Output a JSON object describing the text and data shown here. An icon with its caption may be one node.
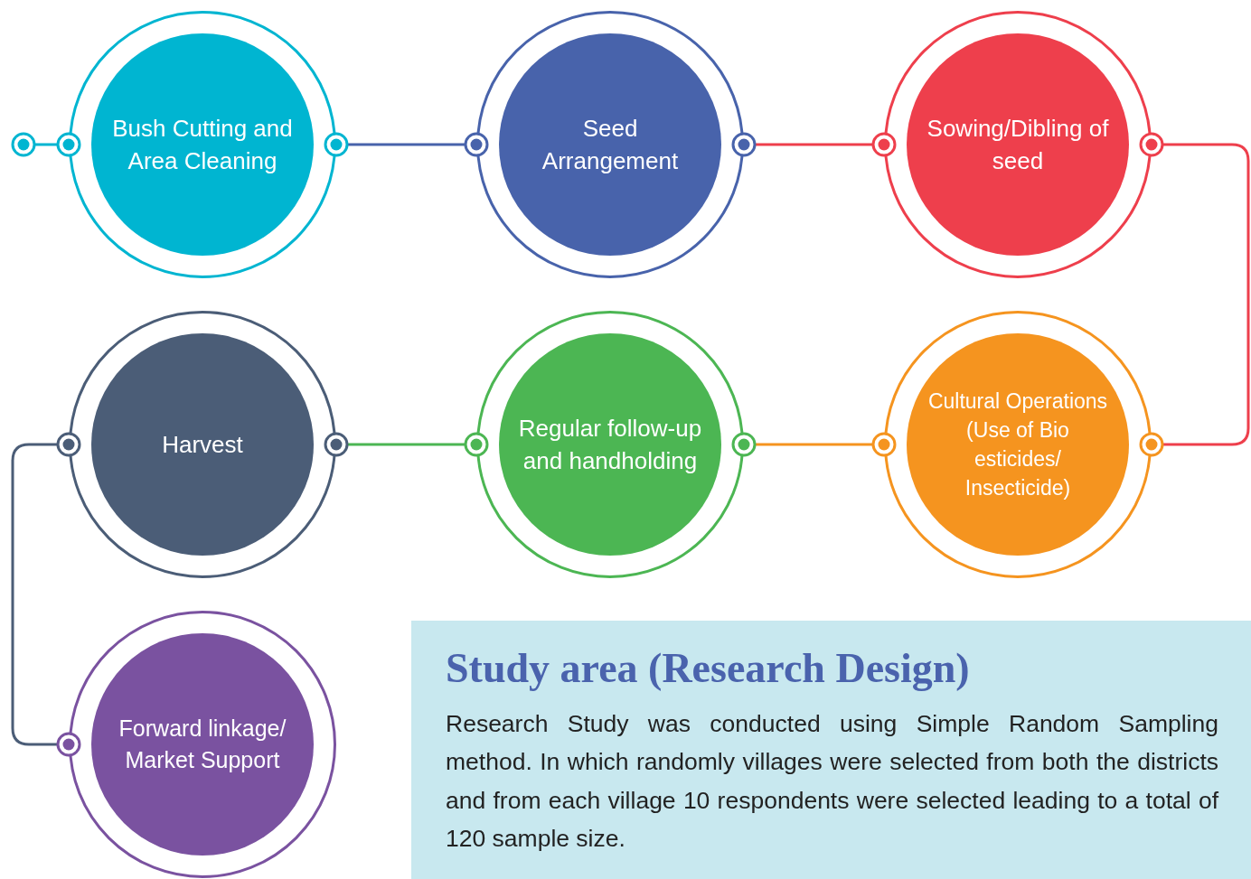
{
  "diagram": {
    "nodes": [
      {
        "text": [
          "Bush Cutting and Area Cleaning"
        ]
      },
      {
        "text": [
          "Seed Arrangement"
        ]
      },
      {
        "text": [
          "Sowing/Dibling of seed"
        ]
      },
      {
        "text": [
          "Cultural Operations (Use of Bio esticides/ Insecticide)"
        ]
      },
      {
        "text": [
          "Regular follow-up and handholding"
        ]
      },
      {
        "text": [
          "Harvest"
        ]
      },
      {
        "text": [
          "Forward linkage/ Market Support"
        ]
      },
      {
        "text": [
          "Study area (Research Design)",
          "Research Study was conducted using Simple Random Sampling method. In which randomly villages were selected from both the districts and from each village 10 respondents were selected leading to a total of 120 sample size."
        ]
      }
    ],
    "edges": [
      {
        "from": null,
        "to": 0,
        "arrow": "other",
        "color": "#00b5d1"
      },
      {
        "from": 0,
        "to": 1,
        "arrow": "other",
        "color": "#4863ab"
      },
      {
        "from": 1,
        "to": 2,
        "arrow": "other",
        "color": "#ee3f4c"
      },
      {
        "from": 2,
        "to": 3,
        "arrow": "other",
        "color": "#ee3f4c"
      },
      {
        "from": 3,
        "to": 4,
        "arrow": "other",
        "color": "#f5941f"
      },
      {
        "from": 4,
        "to": 5,
        "arrow": "other",
        "color": "#4cb653"
      },
      {
        "from": 5,
        "to": 6,
        "arrow": "other",
        "color": "#4b5d77"
      }
    ]
  }
}
